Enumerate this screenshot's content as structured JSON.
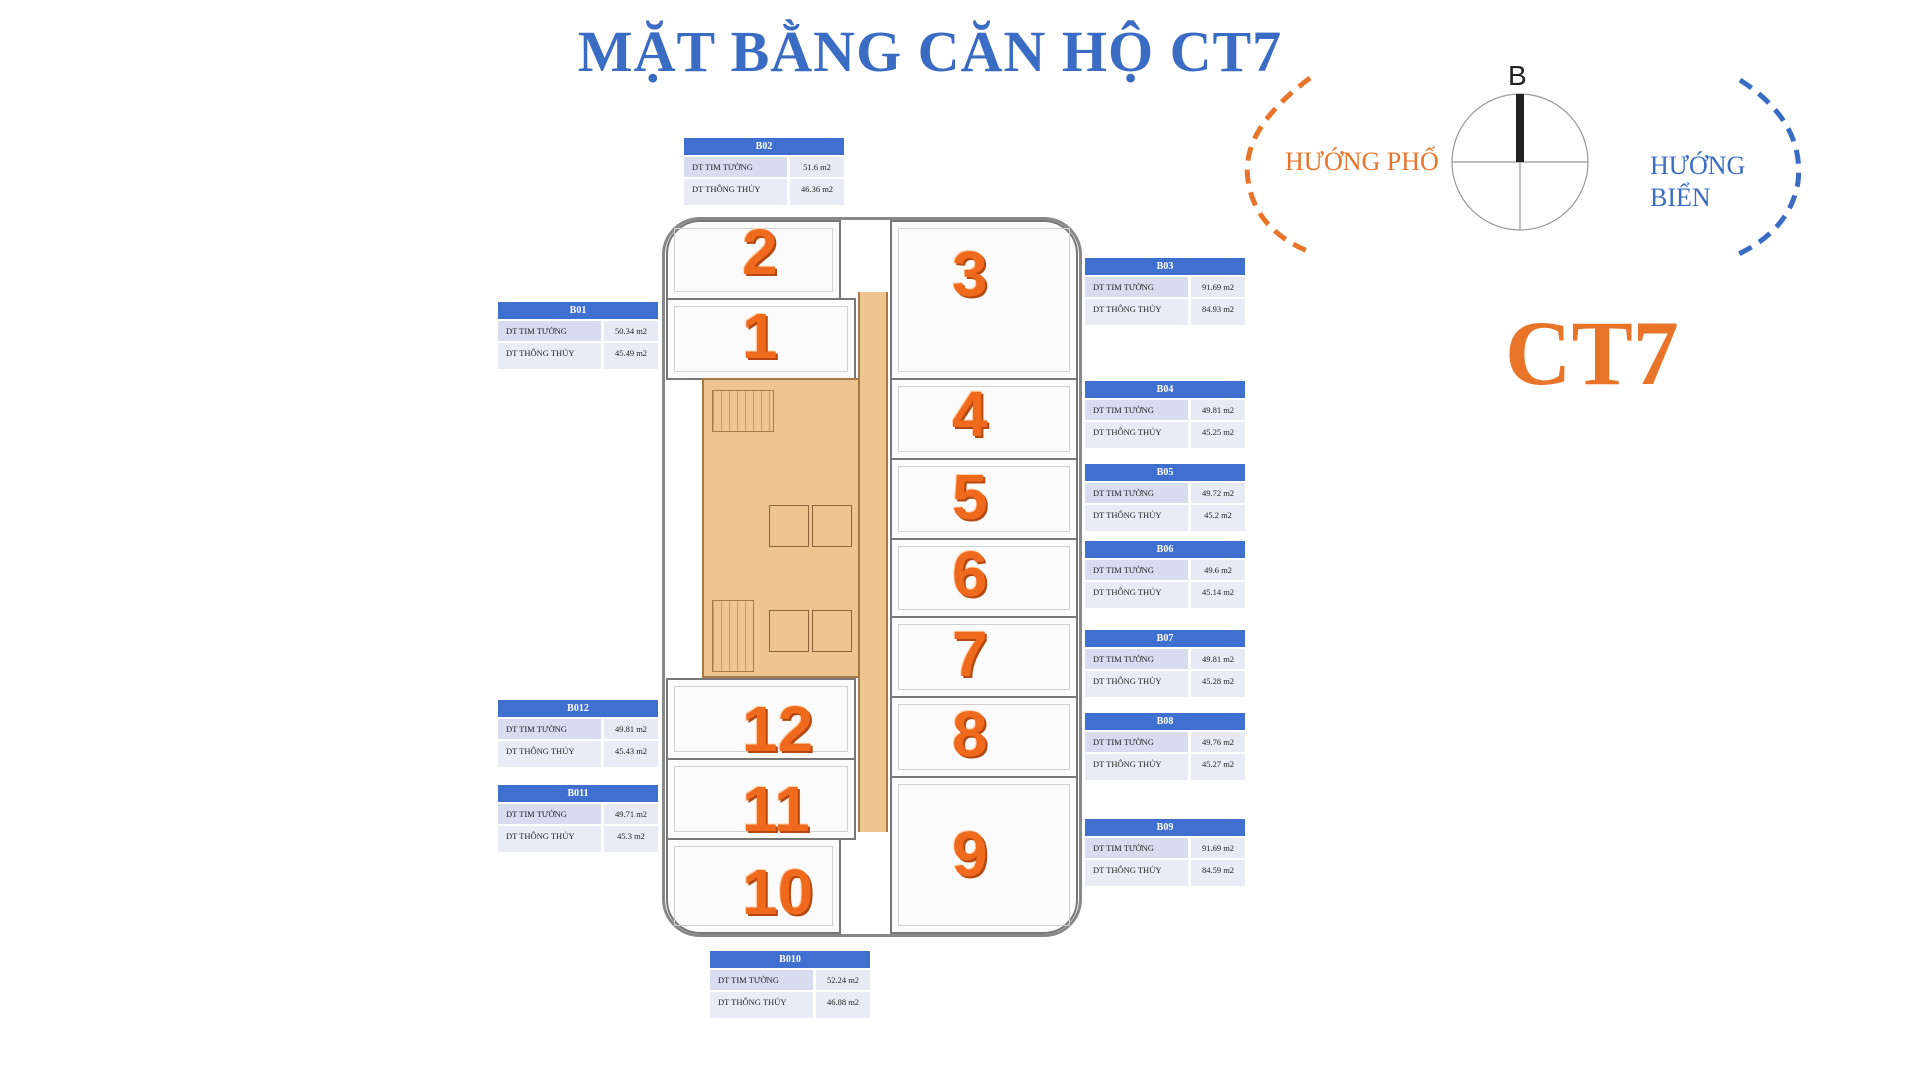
{
  "title": "MẶT BẰNG CĂN HỘ CT7",
  "building_label": "CT7",
  "orientation": {
    "north_label": "B",
    "left_direction": "HƯỚNG PHỐ",
    "right_direction_line1": "HƯỚNG",
    "right_direction_line2": "BIỂN",
    "colors": {
      "left": "#e8742a",
      "right": "#3b6cc4"
    }
  },
  "row_labels": {
    "wall_area": "DT TIM TƯỜNG",
    "net_area": "DT THÔNG THỦY"
  },
  "units": [
    {
      "code": "B01",
      "number": "1",
      "wall_area": "50.34 m2",
      "net_area": "45.49 m2"
    },
    {
      "code": "B02",
      "number": "2",
      "wall_area": "51.6 m2",
      "net_area": "46.36 m2"
    },
    {
      "code": "B03",
      "number": "3",
      "wall_area": "91.69 m2",
      "net_area": "84.93 m2"
    },
    {
      "code": "B04",
      "number": "4",
      "wall_area": "49.81 m2",
      "net_area": "45.25 m2"
    },
    {
      "code": "B05",
      "number": "5",
      "wall_area": "49.72 m2",
      "net_area": "45.2 m2"
    },
    {
      "code": "B06",
      "number": "6",
      "wall_area": "49.6 m2",
      "net_area": "45.14 m2"
    },
    {
      "code": "B07",
      "number": "7",
      "wall_area": "49.81 m2",
      "net_area": "45.28 m2"
    },
    {
      "code": "B08",
      "number": "8",
      "wall_area": "49.76 m2",
      "net_area": "45.27 m2"
    },
    {
      "code": "B09",
      "number": "9",
      "wall_area": "91.69 m2",
      "net_area": "84.59 m2"
    },
    {
      "code": "B010",
      "number": "10",
      "wall_area": "52.24 m2",
      "net_area": "46.88 m2"
    },
    {
      "code": "B011",
      "number": "11",
      "wall_area": "49.71 m2",
      "net_area": "45.3 m2"
    },
    {
      "code": "B012",
      "number": "12",
      "wall_area": "49.81 m2",
      "net_area": "45.43 m2"
    }
  ],
  "colors": {
    "title_blue": "#3b6cc4",
    "accent_orange": "#e8742a",
    "table_header": "#3f6fcf",
    "core_fill": "#efc58f"
  }
}
